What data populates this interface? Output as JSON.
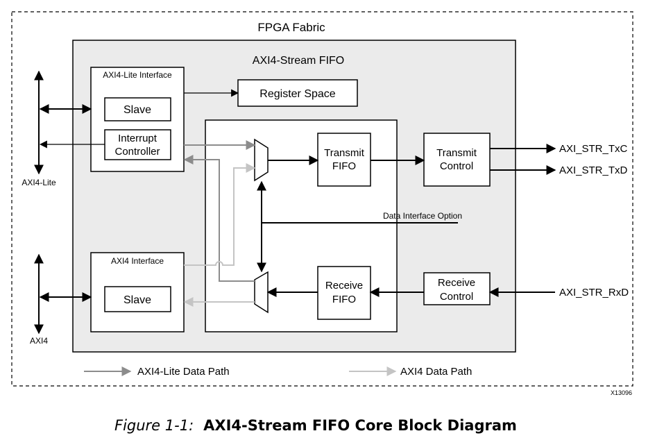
{
  "diagram": {
    "fabric_label": "FPGA Fabric",
    "core_label": "AXI4-Stream FIFO",
    "axi4lite_interface": {
      "title": "AXI4-Lite Interface",
      "slave": "Slave",
      "interrupt_line1": "Interrupt",
      "interrupt_line2": "Controller"
    },
    "axi4_interface": {
      "title": "AXI4 Interface",
      "slave": "Slave"
    },
    "register_space": "Register Space",
    "transmit_fifo": {
      "line1": "Transmit",
      "line2": "FIFO"
    },
    "receive_fifo": {
      "line1": "Receive",
      "line2": "FIFO"
    },
    "transmit_control": {
      "line1": "Transmit",
      "line2": "Control"
    },
    "receive_control": {
      "line1": "Receive",
      "line2": "Control"
    },
    "data_interface_option": "Data Interface Option",
    "ports": {
      "axi4lite": "AXI4-Lite",
      "axi4": "AXI4",
      "txc": "AXI_STR_TxC",
      "txd": "AXI_STR_TxD",
      "rxd": "AXI_STR_RxD"
    },
    "legend": {
      "axi4lite_path": "AXI4-Lite Data Path",
      "axi4_path": "AXI4 Data Path"
    },
    "figure_code": "X13096",
    "colors": {
      "core_fill": "#ebebeb",
      "axi4lite_path": "#8c8c8c",
      "axi4_path": "#c4c4c4"
    }
  },
  "caption": {
    "lead": "Figure 1-1:",
    "title": "AXI4-Stream FIFO Core Block Diagram"
  }
}
